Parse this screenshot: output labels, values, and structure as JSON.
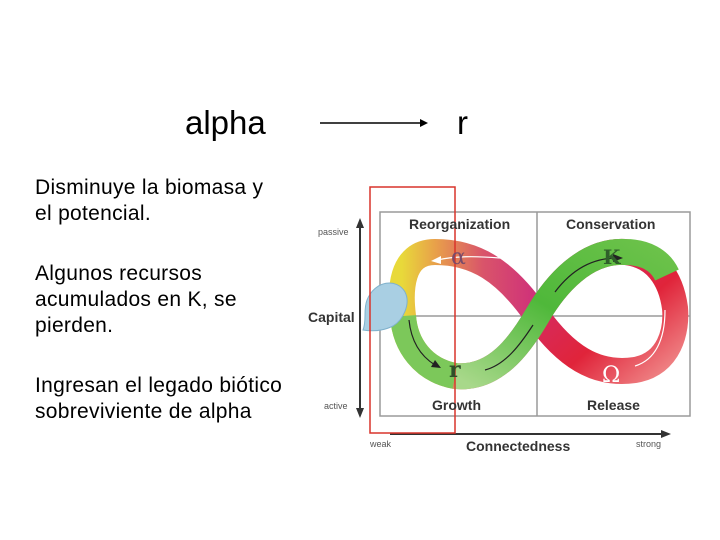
{
  "heading": {
    "from": "alpha",
    "to": "r"
  },
  "bullets": [
    "Disminuye la biomasa y el potencial.",
    "Algunos recursos acumulados en K, se pierden.",
    "Ingresan el legado biótico sobreviviente de alpha"
  ],
  "diagram": {
    "quadrants": {
      "top_left": "Reorganization",
      "top_right": "Conservation",
      "bottom_left": "Growth",
      "bottom_right": "Release"
    },
    "phases": {
      "alpha": "α",
      "k": "K",
      "r": "r",
      "omega": "Ω"
    },
    "y_axis": {
      "label": "Capital",
      "top": "passive",
      "bottom": "active"
    },
    "x_axis": {
      "label": "Connectedness",
      "left": "weak",
      "right": "strong"
    },
    "colors": {
      "highlight_box": "#d9342b",
      "gridlines": "#9a9a9a",
      "loop_green": "#4fb83a",
      "loop_magenta": "#cf2f7a",
      "loop_red": "#e0243a",
      "loop_yellow": "#e8d93a",
      "loop_orange": "#e8a04a",
      "callout_blue": "#a9cfe3"
    }
  }
}
